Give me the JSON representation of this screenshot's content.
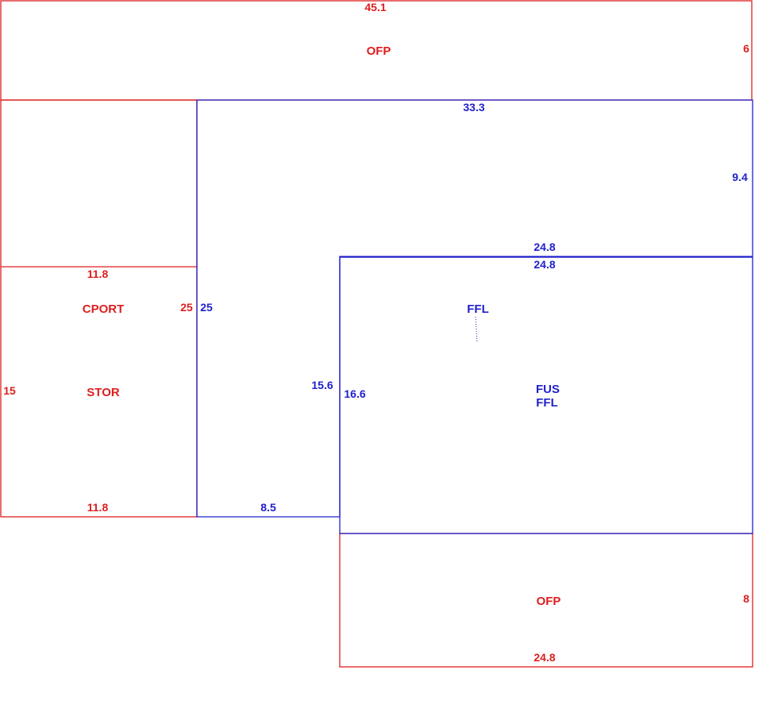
{
  "colors": {
    "red": "#dd1f1f",
    "blue": "#2020cc"
  },
  "areas": {
    "ofp_top": {
      "label": "OFP",
      "width": "45.1",
      "depth": "6"
    },
    "cport": {
      "label": "CPORT",
      "top": "11.8",
      "bottom": "11.8",
      "height": "25"
    },
    "stor": {
      "label": "STOR",
      "depth": "15"
    },
    "main_upper": {
      "top": "33.3",
      "right": "9.4",
      "left": "25",
      "bottom": "24.8",
      "step_side": "15.6",
      "step_bottom": "8.5"
    },
    "ffl_room": {
      "label_ffl": "FFL",
      "label_fus": "FUS",
      "label_fus_ffl": "FFL",
      "top": "24.8",
      "left": "16.6"
    },
    "ofp_bottom": {
      "label": "OFP",
      "width": "24.8",
      "depth": "8"
    }
  }
}
